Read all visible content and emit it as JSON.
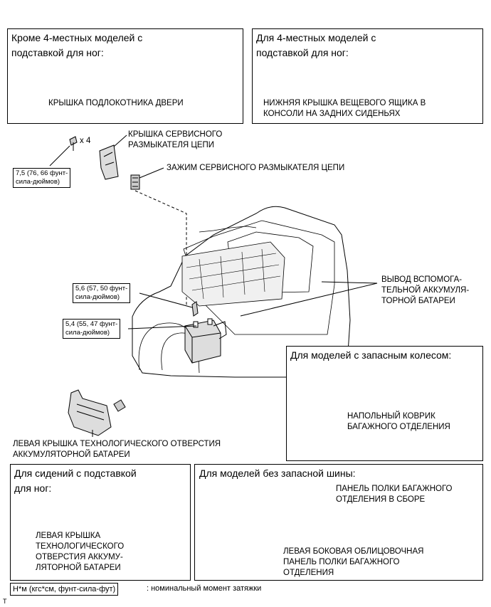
{
  "boxes": {
    "top_left_title": "Кроме 4-местных моделей с\nподставкой для ног:",
    "top_left_part": "КРЫШКА ПОДЛОКОТНИКА ДВЕРИ",
    "top_right_title": "Для 4-местных моделей с\nподставкой для ног:",
    "top_right_part": "НИЖНЯЯ КРЫШКА ВЕЩЕВОГО ЯЩИКА В\nКОНСОЛИ НА ЗАДНИХ СИДЕНЬЯХ",
    "spare_title": "Для моделей с запасным колесом:",
    "spare_part": "НАПОЛЬНЫЙ КОВРИК\nБАГАЖНОГО ОТДЕЛЕНИЯ",
    "footrest_title": "Для сидений с подставкой\nдля ног:",
    "footrest_part": "ЛЕВАЯ КРЫШКА\nТЕХНОЛОГИЧЕСКОГО\nОТВЕРСТИЯ АККУМУ-\nЛЯТОРНОЙ БАТАРЕИ",
    "nospare_title": "Для моделей без запасной шины:",
    "nospare_part1": "ПАНЕЛЬ ПОЛКИ БАГАЖНОГО\nОТДЕЛЕНИЯ В СБОРЕ",
    "nospare_part2": "ЛЕВАЯ БОКОВАЯ ОБЛИЦОВОЧНАЯ\nПАНЕЛЬ ПОЛКИ БАГАЖНОГО\nОТДЕЛЕНИЯ"
  },
  "labels": {
    "bolt_count": "x 4",
    "service_plug_cover": "КРЫШКА СЕРВИСНОГО\nРАЗМЫКАТЕЛЯ ЦЕПИ",
    "service_plug_clamp": "ЗАЖИМ СЕРВИСНОГО РАЗМЫКАТЕЛЯ ЦЕПИ",
    "aux_terminal": "ВЫВОД ВСПОМОГА-\nТЕЛЬНОЙ АККУМУЛЯ-\nТОРНОЙ БАТАРЕИ",
    "left_hole_cover": "ЛЕВАЯ КРЫШКА ТЕХНОЛОГИЧЕСКОГО ОТВЕРСТИЯ\nАККУМУЛЯТОРНОЙ БАТАРЕИ"
  },
  "torques": {
    "t1": "7,5 (76, 66 фунт-\nсила-дюймов)",
    "t2": "5,6 (57, 50 фунт-\nсила-дюймов)",
    "t3": "5,4 (55, 47 фунт-\nсила-дюймов)"
  },
  "legend": {
    "key": "Н*м (кгс*см, фунт-сила-фут)",
    "desc": ": номинальный момент затяжки"
  },
  "corner_mark": "T"
}
